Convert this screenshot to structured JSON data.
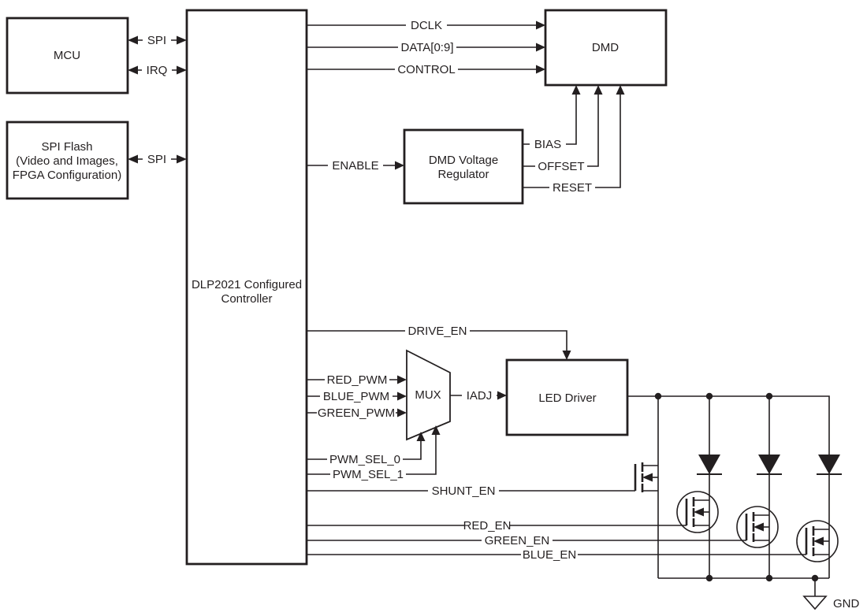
{
  "blocks": {
    "mcu": {
      "label": "MCU"
    },
    "spi_flash": {
      "line1": "SPI Flash",
      "line2": "(Video and Images,",
      "line3": "FPGA Configuration)"
    },
    "controller": {
      "line1": "DLP2021 Configured",
      "line2": "Controller"
    },
    "dmd": {
      "label": "DMD"
    },
    "regulator": {
      "line1": "DMD Voltage",
      "line2": "Regulator"
    },
    "mux": {
      "label": "MUX"
    },
    "led_driver": {
      "label": "LED Driver"
    }
  },
  "signals": {
    "spi_mcu": "SPI",
    "irq": "IRQ",
    "spi_flash": "SPI",
    "dclk": "DCLK",
    "data_bus": "DATA[0:9]",
    "control": "CONTROL",
    "enable": "ENABLE",
    "bias": "BIAS",
    "offset": "OFFSET",
    "reset": "RESET",
    "drive_en": "DRIVE_EN",
    "red_pwm": "RED_PWM",
    "blue_pwm": "BLUE_PWM",
    "green_pwm": "GREEN_PWM",
    "pwm_sel_0": "PWM_SEL_0",
    "pwm_sel_1": "PWM_SEL_1",
    "iadj": "IADJ",
    "shunt_en": "SHUNT_EN",
    "red_en": "RED_EN",
    "green_en": "GREEN_EN",
    "blue_en": "BLUE_EN",
    "gnd": "GND"
  },
  "colors": {
    "line": "#231f20",
    "background": "#ffffff"
  }
}
